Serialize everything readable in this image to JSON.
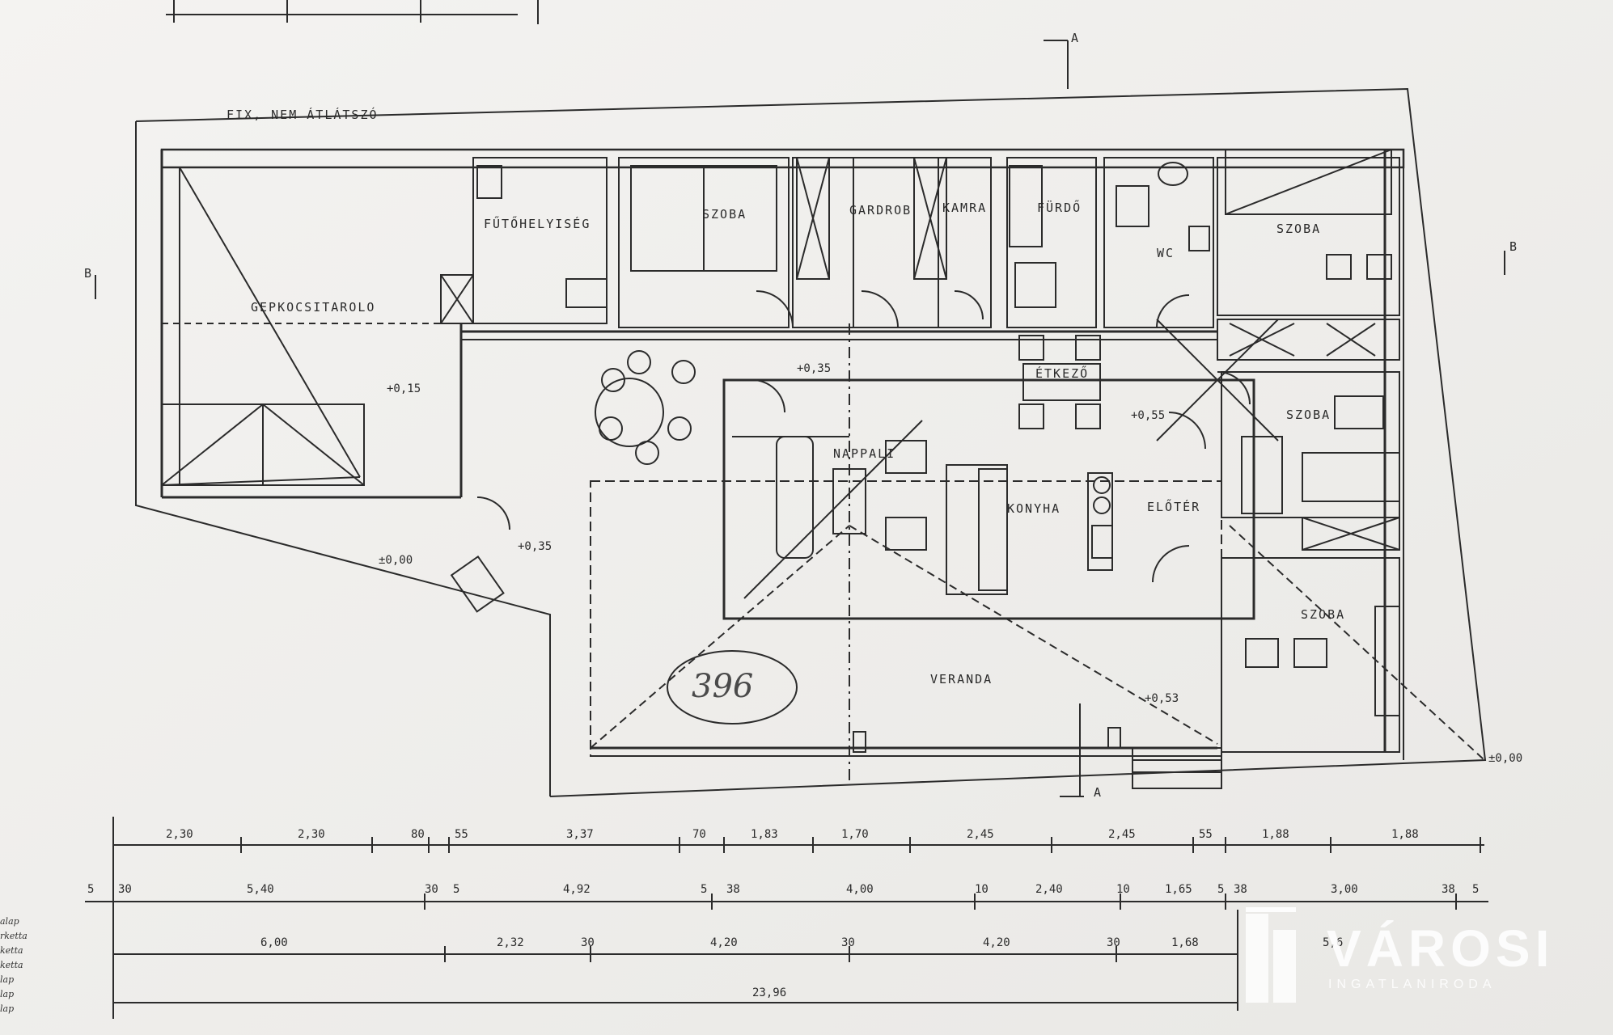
{
  "rooms": {
    "garage": "GEPKOCSITAROLO",
    "boiler": "FŰTŐHELYISÉG",
    "room_top": "SZOBA",
    "wardrobe": "GARDROB",
    "pantry": "KAMRA",
    "bathroom": "FÜRDŐ",
    "wc": "WC",
    "room_ne": "SZOBA",
    "dining": "ÉTKEZŐ",
    "living": "NAPPALI",
    "kitchen": "KONYHA",
    "hall": "ELŐTÉR",
    "room_e1": "SZOBA",
    "room_e2": "SZOBA",
    "veranda": "VERANDA"
  },
  "top_note": "FIX, NEM ÁTLÁTSZÓ",
  "section_marks": {
    "a_top": "A",
    "a_bottom": "A",
    "b_right": "B",
    "b_left": "B"
  },
  "levels": [
    "+0,15",
    "+0,35",
    "+0,55",
    "+0,35",
    "+0,53",
    "±0,00",
    "±0,00"
  ],
  "dims_row1": [
    "2,30",
    "2,30",
    "80",
    "55",
    "3,37",
    "70",
    "1,83",
    "1,70",
    "2,45",
    "2,45",
    "55",
    "1,88",
    "1,88"
  ],
  "dims_row2": [
    "5",
    "30",
    "5,40",
    "30",
    "5",
    "4,92",
    "5",
    "38",
    "4,00",
    "10",
    "2,40",
    "10",
    "1,65",
    "5",
    "38",
    "3,00",
    "38",
    "5"
  ],
  "dims_row3": [
    "6,00",
    "2,32",
    "30",
    "4,20",
    "30",
    "4,20",
    "30",
    "1,68",
    "5,6"
  ],
  "total": "23,96",
  "handwritten": "396",
  "side_notes": [
    "alap",
    "rketta",
    "ketta",
    "ketta",
    "lap",
    "lap",
    "lap"
  ],
  "watermark": {
    "brand": "VÁROSI",
    "sub": "INGATLANIRODA"
  }
}
